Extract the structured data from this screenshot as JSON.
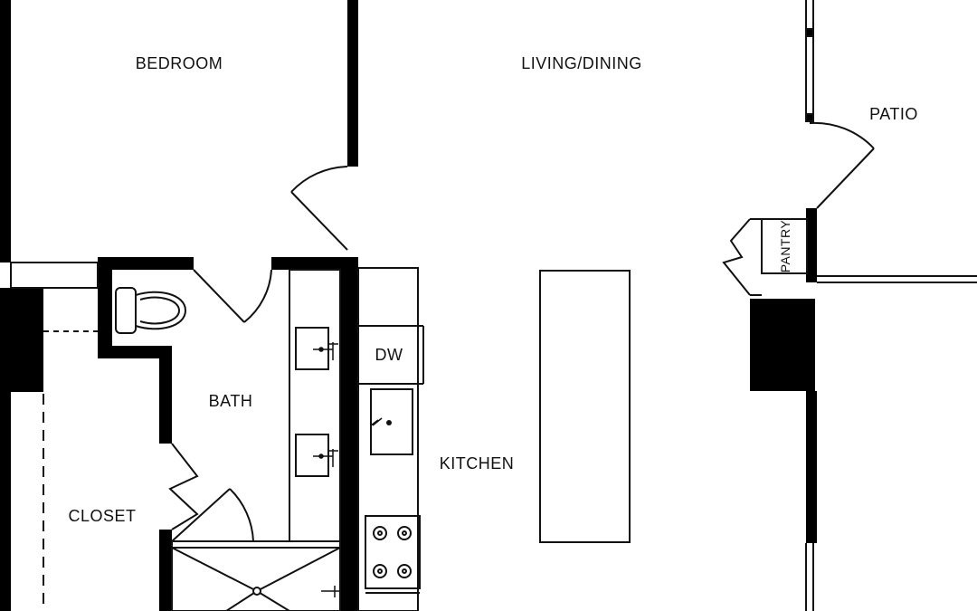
{
  "rooms": {
    "bedroom": "BEDROOM",
    "living_dining": "LIVING/DINING",
    "patio": "PATIO",
    "pantry": "PANTRY",
    "dw": "DW",
    "bath": "BATH",
    "kitchen": "KITCHEN",
    "closet": "CLOSET"
  },
  "colors": {
    "wall": "#000000",
    "line": "#111111",
    "background": "#ffffff"
  }
}
